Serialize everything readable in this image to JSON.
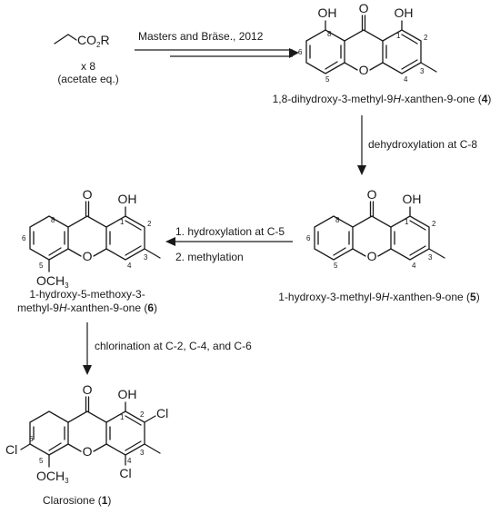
{
  "reagent": {
    "formula": "CO2R",
    "formula_main": "CO",
    "formula_sub": "2",
    "formula_tail": "R",
    "multiplier": "x 8",
    "note": "(acetate eq.)"
  },
  "steps": {
    "step1": "Masters and Bräse., 2012",
    "step2": "dehydroxylation at C-8",
    "step3_line1": "1. hydroxylation at C-5",
    "step3_line2": "2. methylation",
    "step4": "chlorination at C-2, C-4, and C-6"
  },
  "compounds": {
    "c4": {
      "name": "1,8-dihydroxy-3-methyl-9H-xanthen-9-one (4)",
      "name_pre": "1,8-dihydroxy-3-methyl-9",
      "name_h": "H",
      "name_post": "-xanthen-9-one (",
      "name_num": "4",
      "name_close": ")"
    },
    "c5": {
      "name": "1-hydroxy-3-methyl-9H-xanthen-9-one (5)",
      "name_pre": "1-hydroxy-3-methyl-9",
      "name_h": "H",
      "name_post": "-xanthen-9-one (",
      "name_num": "5",
      "name_close": ")"
    },
    "c6": {
      "name_line1": "1-hydroxy-5-methoxy-3-",
      "name_line2_pre": "methyl-9",
      "name_h": "H",
      "name_line2_post": "-xanthen-9-one (",
      "name_num": "6",
      "name_close": ")"
    },
    "c1": {
      "name_pre": "Clarosione (",
      "name_num": "1",
      "name_close": ")"
    }
  },
  "atoms": {
    "O": "O",
    "OH": "OH",
    "Cl": "Cl",
    "OCH": "OCH",
    "three": "3"
  },
  "locants": {
    "one": "1",
    "two": "2",
    "three": "3",
    "four": "4",
    "five": "5",
    "six": "6",
    "eight": "8"
  }
}
